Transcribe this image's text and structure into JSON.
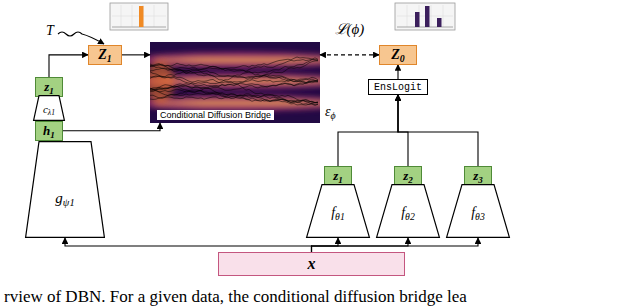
{
  "diagram": {
    "caption": "rview of DBN. For a given data, the conditional diffusion bridge lea",
    "nodes": [
      {
        "text": [
          "Z1"
        ]
      },
      {
        "text": [
          "Z0"
        ]
      },
      {
        "text": [
          "z1"
        ]
      },
      {
        "text": [
          "Conditional Diffusion Bridge",
          "εϕ"
        ]
      },
      {
        "text": [
          "EnsLogit"
        ]
      },
      {
        "text": [
          "cλ1"
        ]
      },
      {
        "text": [
          "h1"
        ]
      },
      {
        "text": [
          "z1"
        ]
      },
      {
        "text": [
          "z2"
        ]
      },
      {
        "text": [
          "z3"
        ]
      },
      {
        "text": [
          "gψ1"
        ]
      },
      {
        "text": [
          "fθ1"
        ]
      },
      {
        "text": [
          "fθ2"
        ]
      },
      {
        "text": [
          "fθ3"
        ]
      },
      {
        "text": [
          "x"
        ]
      }
    ],
    "edges": [
      {
        "from": 14,
        "to": 10,
        "arrow": "to"
      },
      {
        "from": 14,
        "to": 11,
        "arrow": "to"
      },
      {
        "from": 14,
        "to": 12,
        "arrow": "to"
      },
      {
        "from": 14,
        "to": 13,
        "arrow": "to"
      },
      {
        "from": 6,
        "to": 3,
        "arrow": "to"
      },
      {
        "from": 2,
        "to": 0,
        "arrow": "to"
      },
      {
        "from": 0,
        "to": 3,
        "arrow": "to"
      },
      {
        "from": 3,
        "to": 1,
        "label": "ℒ(ϕ)",
        "arrow": "both"
      },
      {
        "from": 4,
        "to": 1,
        "arrow": "to"
      },
      {
        "from": 7,
        "to": 4,
        "arrow": "to"
      },
      {
        "from": 8,
        "to": 4,
        "arrow": "to"
      },
      {
        "from": 9,
        "to": 4,
        "arrow": "to"
      }
    ],
    "labels": [
      "T"
    ]
  }
}
